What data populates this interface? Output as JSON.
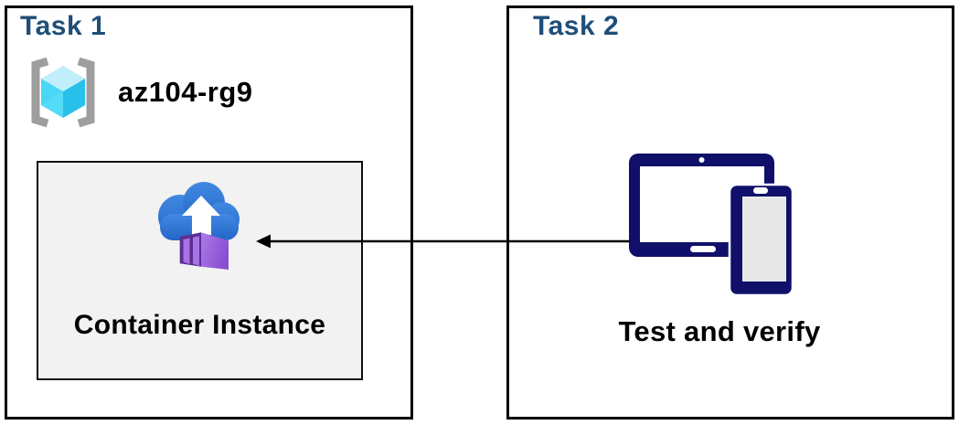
{
  "task1": {
    "title": "Task 1",
    "resource_group_name": "az104-rg9",
    "card": {
      "label": "Container Instance"
    }
  },
  "task2": {
    "title": "Task 2",
    "label": "Test and verify"
  },
  "icons": {
    "resource_group": "resource-group-icon",
    "container_instance": "container-instance-cloud-upload-icon",
    "devices": "tablet-phone-devices-icon",
    "connector": "left-arrow-connector"
  },
  "colors": {
    "header_text": "#1f4e79",
    "panel_border": "#000000",
    "card_background": "#f2f2f2",
    "card_border": "#0d0d0d",
    "label_text": "#000000",
    "device_navy": "#10106b",
    "device_screen_gray": "#e8e8e8",
    "cloud_blue_top": "#4189e2",
    "cloud_blue_bottom": "#2566c8",
    "container_purple_light": "#a873e6",
    "container_purple_mid": "#9a5fd9",
    "container_purple_dark": "#5b2f91",
    "rg_cube_top": "#c0effb",
    "rg_cube_left": "#48d7f5",
    "rg_cube_right": "#27c0ea",
    "rg_bracket_gray": "#9e9e9e",
    "arrow_black": "#000000"
  }
}
